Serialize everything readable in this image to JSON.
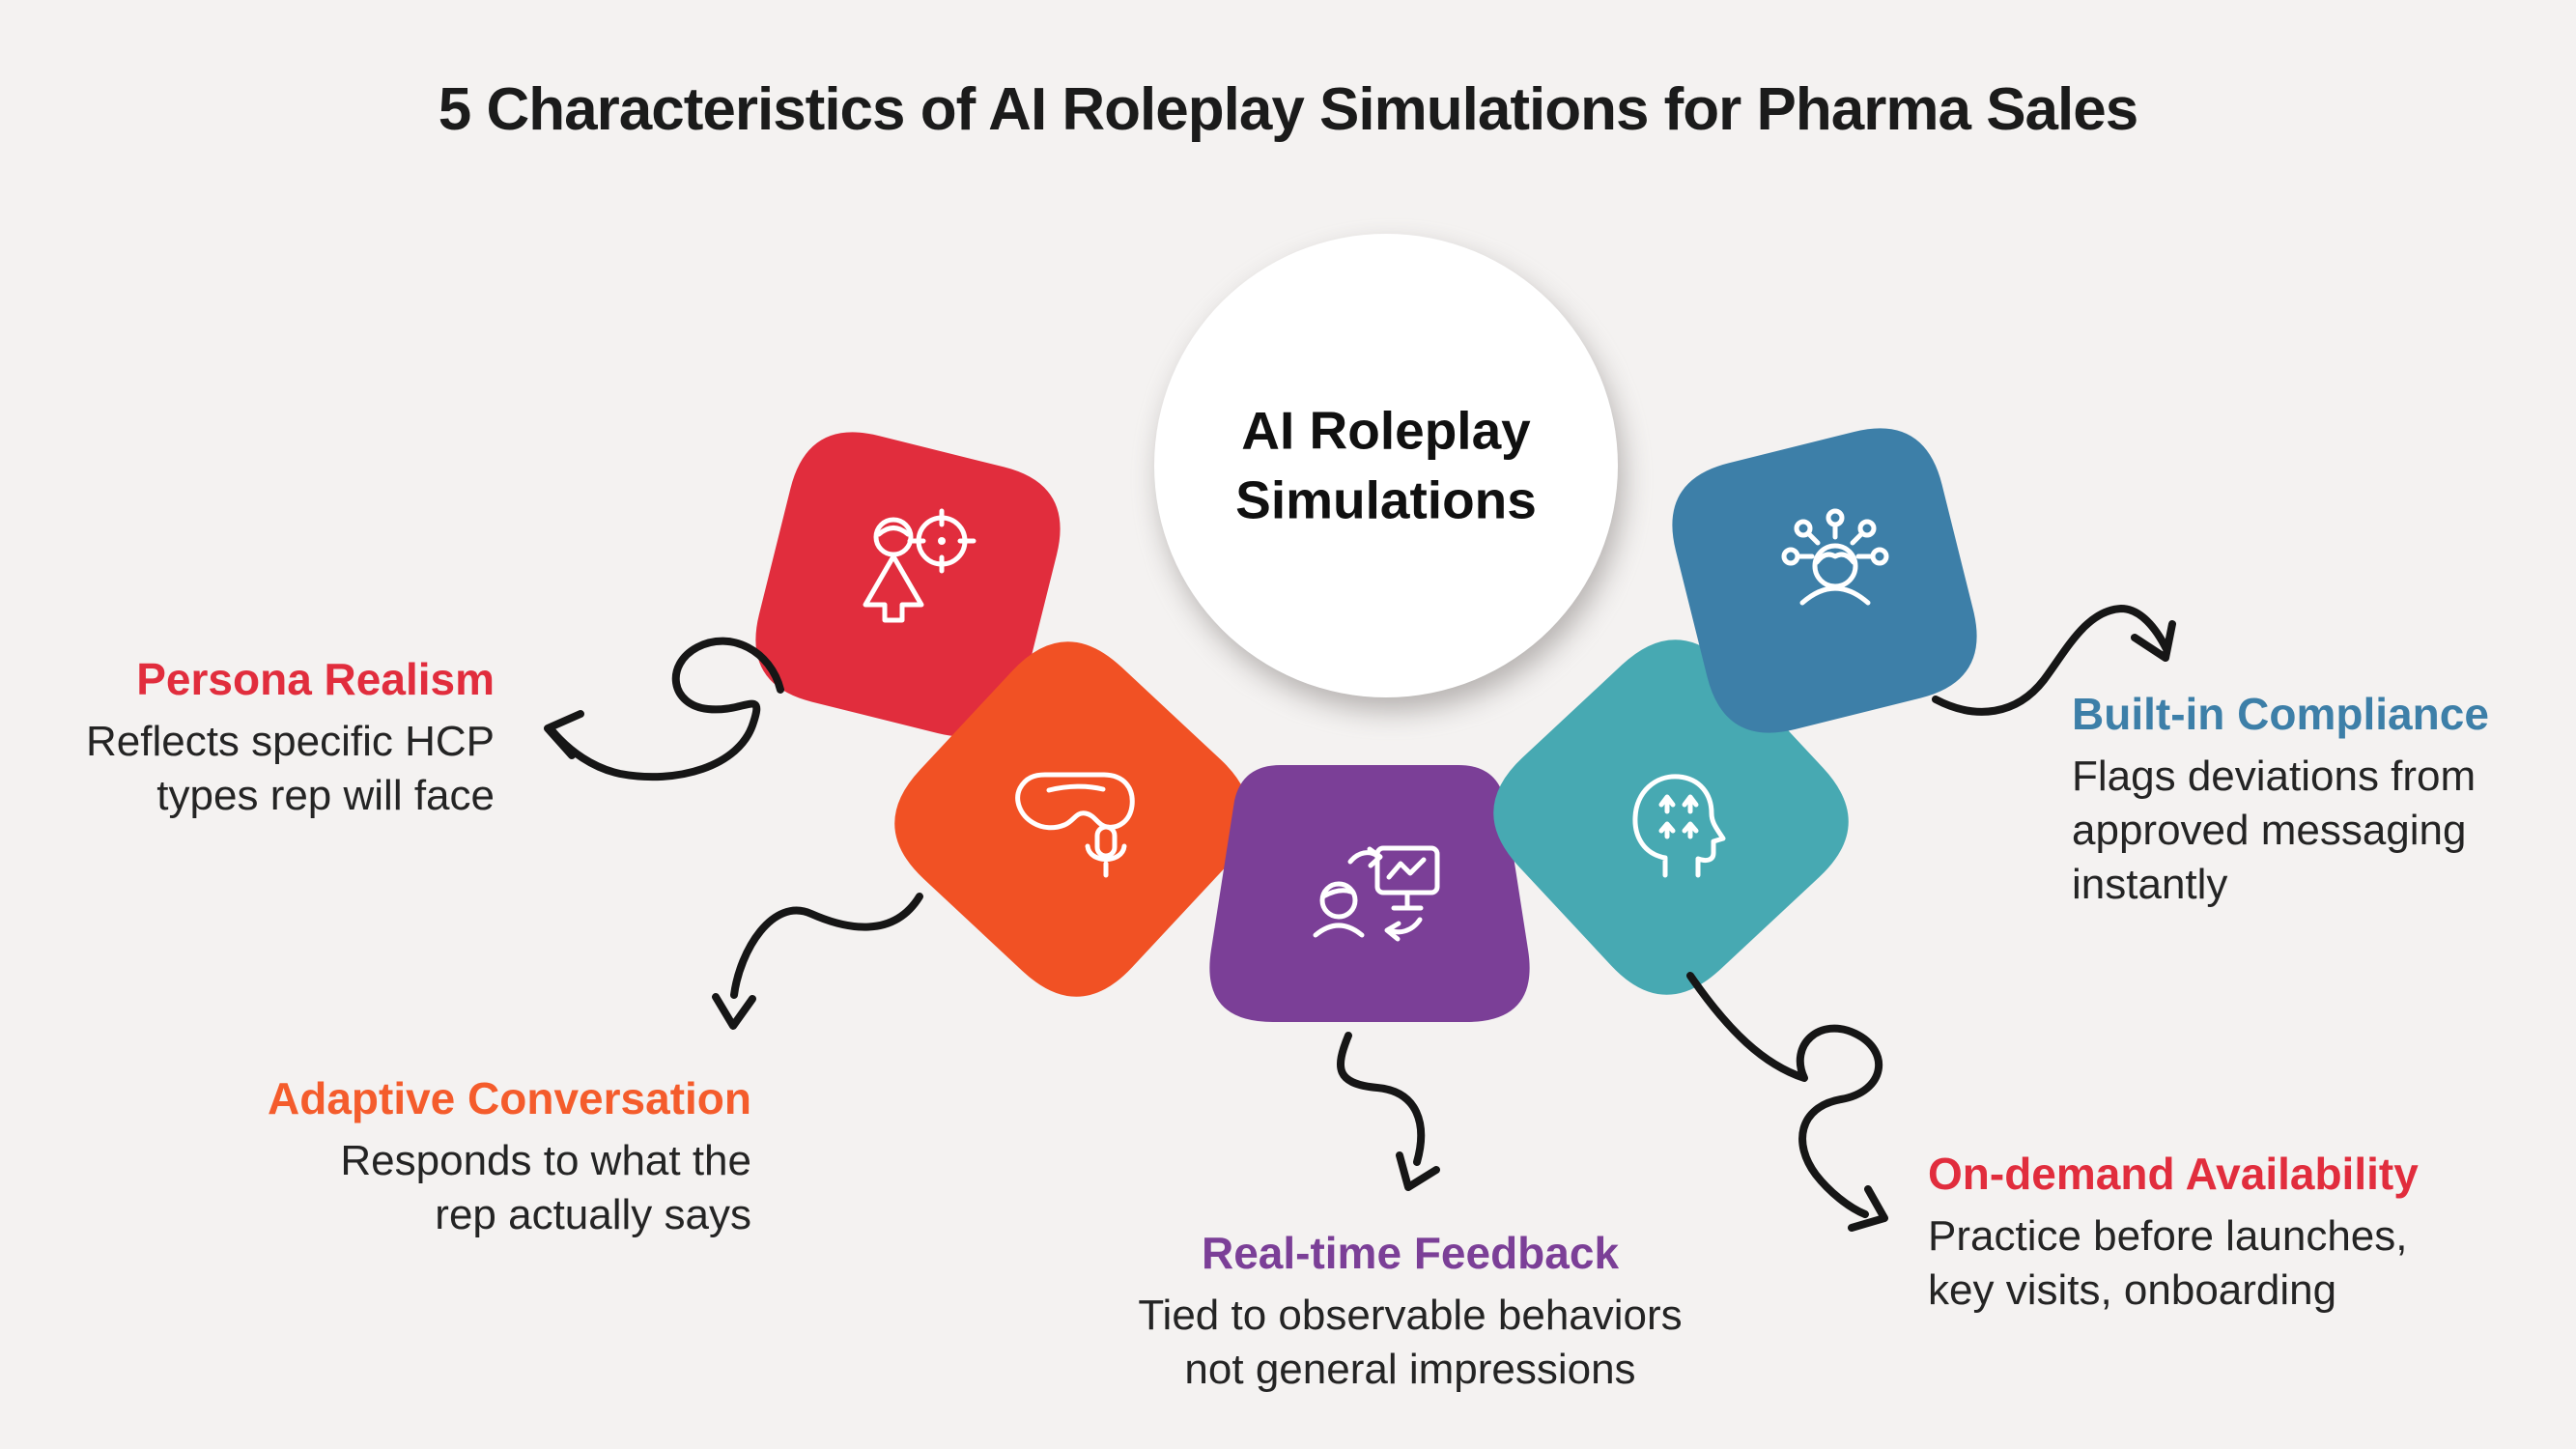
{
  "title": "5 Characteristics of AI Roleplay Simulations for Pharma Sales",
  "center": {
    "label": "AI Roleplay\nSimulations"
  },
  "colors": {
    "background": "#F4F2F1",
    "ink": "#1B1B1B",
    "arrow": "#161616",
    "circle_fill": "#FFFFFF",
    "icon_stroke": "#FFFFFF"
  },
  "sections": [
    {
      "id": "persona-realism",
      "title": "Persona Realism",
      "body": "Reflects specific HCP\ntypes rep will face",
      "accent": "#E12D3D",
      "shape_color": "#E12D3D",
      "icon": "person-target-icon"
    },
    {
      "id": "adaptive-conversation",
      "title": "Adaptive Conversation",
      "body": "Responds to what the\nrep actually says",
      "accent": "#F45C2C",
      "shape_color": "#F15124",
      "icon": "vr-headset-mic-icon"
    },
    {
      "id": "real-time-feedback",
      "title": "Real-time Feedback",
      "body": "Tied to observable behaviors\nnot general impressions",
      "accent": "#7B3F97",
      "shape_color": "#7B3F97",
      "icon": "person-monitor-exchange-icon"
    },
    {
      "id": "on-demand-availability",
      "title": "On-demand Availability",
      "body": "Practice before launches,\nkey visits, onboarding",
      "accent": "#E12D3D",
      "shape_color": "#47A9B2",
      "icon": "head-up-arrows-icon"
    },
    {
      "id": "built-in-compliance",
      "title": "Built-in Compliance",
      "body": "Flags deviations from\napproved messaging\ninstantly",
      "accent": "#3D7FA8",
      "shape_color": "#3D7FA8",
      "icon": "person-network-icon"
    }
  ]
}
